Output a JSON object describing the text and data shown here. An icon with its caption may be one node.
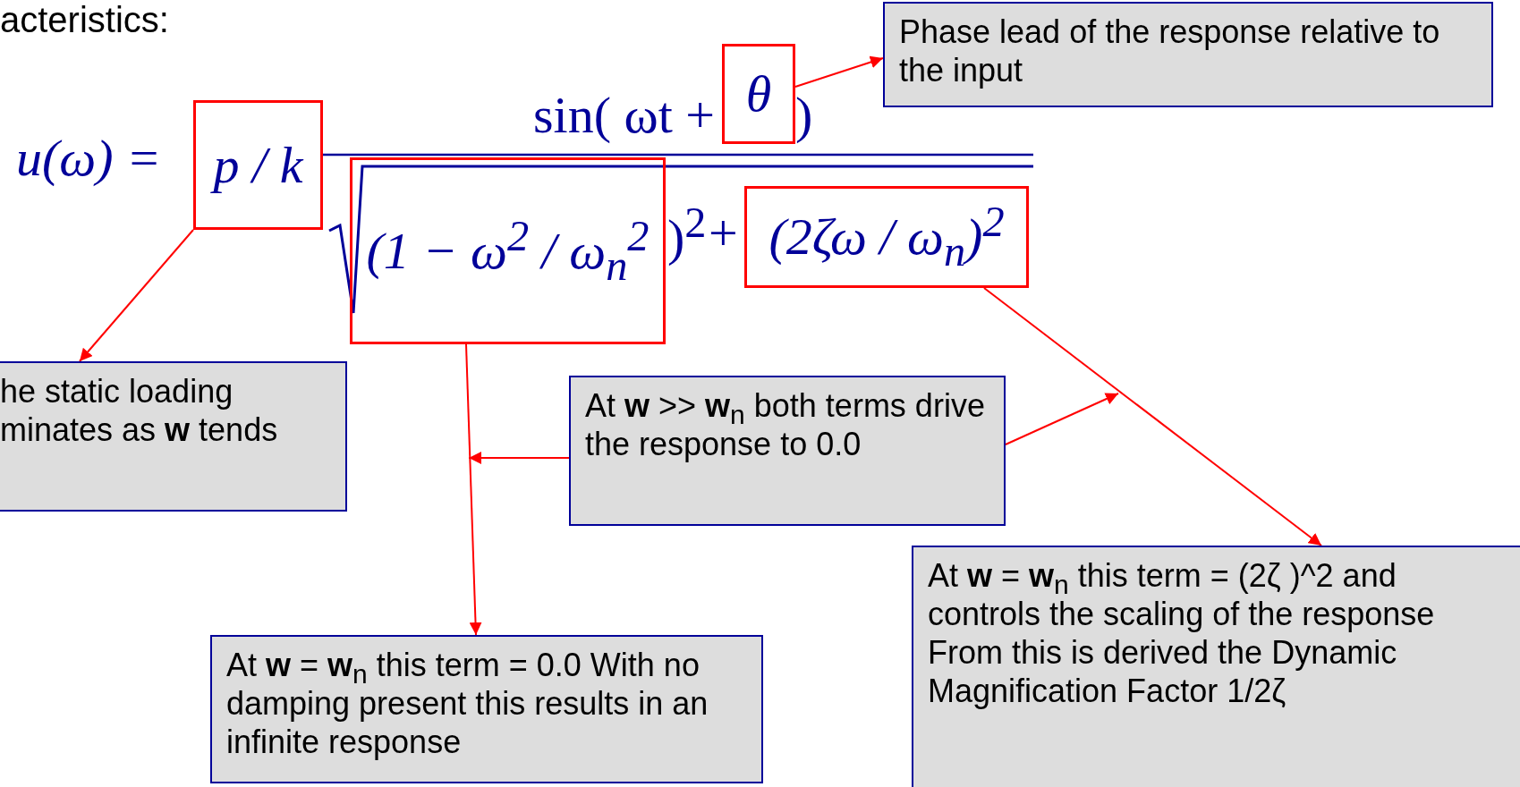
{
  "diagram": {
    "nodes": [
      {
        "text": [
          "p / k"
        ]
      },
      {
        "text": [
          "(1 − ω$^{2}$ / ω$_{n}$$^{2}$"
        ]
      },
      {
        "text": [
          "θ"
        ]
      },
      {
        "text": [
          "(2ζω / ω$_{n}$)$^{2}$"
        ]
      },
      {
        "text": [
          "Phase lead of the response relative to the input"
        ]
      },
      {
        "text": [
          "he static loading minates as **w** tends"
        ]
      },
      {
        "text": [
          "At **w** >> **w**$_{n}$ both terms drive the response to 0.0"
        ]
      },
      {
        "text": [
          "At **w** = **w**$_{n}$ this term = 0.0 With no damping present this results in an infinite response"
        ]
      },
      {
        "text": [
          "At **w** = **w**$_{n}$ this term = (2ζ )^2 and controls the scaling of the response From this is derived the Dynamic Magnification Factor 1/2ζ"
        ]
      }
    ],
    "edges": [
      {
        "from": 2,
        "to": 4,
        "arrow": "to"
      },
      {
        "from": 0,
        "to": 5,
        "arrow": "to"
      },
      {
        "from": 1,
        "to": 7,
        "arrow": "to"
      },
      {
        "from": 6,
        "to": null,
        "arrow": "to"
      },
      {
        "from": 6,
        "to": null,
        "arrow": "to"
      },
      {
        "from": 3,
        "to": 8,
        "arrow": "to"
      }
    ],
    "labels": [
      "acteristics:",
      "sin( ωt +",
      ")",
      "u(ω) =",
      ")$^{2}$",
      "+"
    ]
  }
}
